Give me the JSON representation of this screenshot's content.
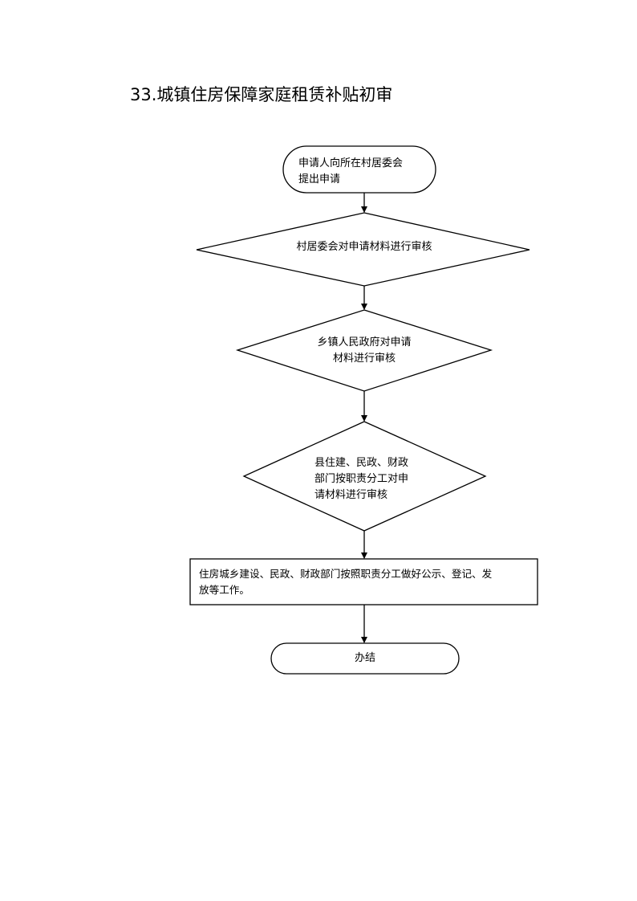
{
  "page": {
    "title": "33.城镇住房保障家庭租赁补贴初审"
  },
  "flowchart": {
    "nodes": [
      {
        "id": "start",
        "shape": "rounded",
        "lines": [
          "申请人向所在村居委会",
          "提出申请"
        ]
      },
      {
        "id": "village_review",
        "shape": "diamond",
        "lines": [
          "村居委会对申请材料进行审核"
        ]
      },
      {
        "id": "town_review",
        "shape": "diamond",
        "lines": [
          "乡镇人民政府对申请",
          "材料进行审核"
        ]
      },
      {
        "id": "county_review",
        "shape": "diamond",
        "lines": [
          "县住建、民政、财政",
          "部门按职责分工对申",
          "请材料进行审核"
        ]
      },
      {
        "id": "publicize",
        "shape": "rect",
        "lines": [
          "住房城乡建设、民政、财政部门按照职责分工做好公示、登记、发",
          "放等工作。"
        ]
      },
      {
        "id": "end",
        "shape": "terminal",
        "lines": [
          "办结"
        ]
      }
    ]
  }
}
